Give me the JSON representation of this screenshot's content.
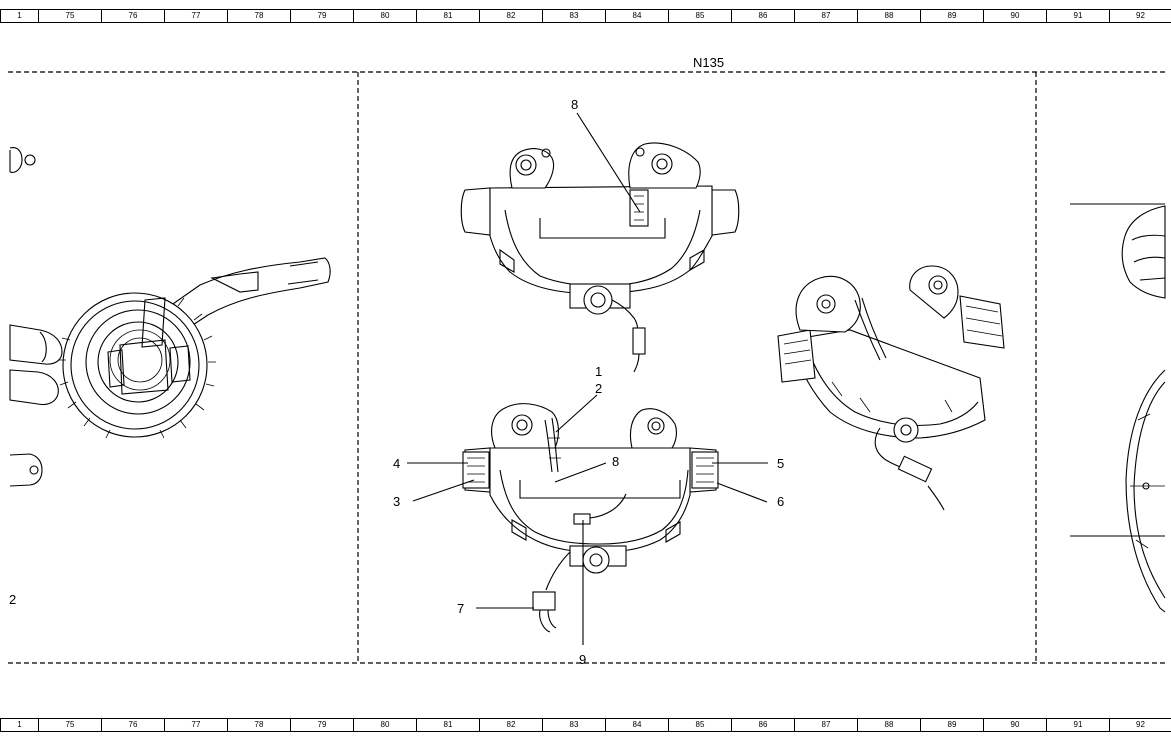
{
  "ruler": {
    "first_cell": "1",
    "columns": [
      "75",
      "76",
      "77",
      "78",
      "79",
      "80",
      "81",
      "82",
      "83",
      "84",
      "85",
      "86",
      "87",
      "88",
      "89",
      "90",
      "91",
      "92"
    ]
  },
  "section_title": "N135",
  "left_panel": {
    "edge_label": "2"
  },
  "callouts": {
    "top_view": [
      "8"
    ],
    "bottom_view": [
      "1",
      "2",
      "4",
      "8",
      "5",
      "3",
      "6",
      "7",
      "9"
    ]
  }
}
